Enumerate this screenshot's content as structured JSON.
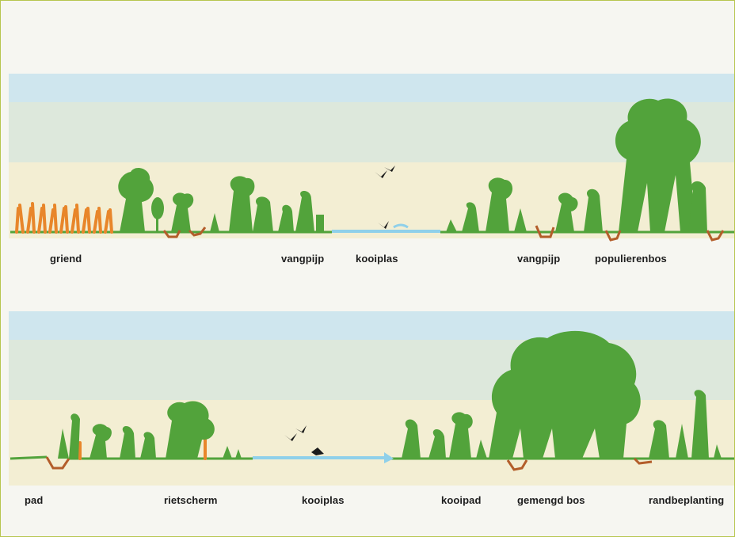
{
  "colors": {
    "frame": "#b7c64f",
    "sky_blue": "#cfe6ee",
    "sky_green": "#dde8dc",
    "sand": "#f3eed3",
    "vegetation_green": "#52a33b",
    "reed_orange": "#e8862a",
    "ditch_brown": "#b35d2a",
    "water_blue": "#8fd0ea",
    "bird": "#1b1b1b"
  },
  "top_section": {
    "labels": {
      "griend": "griend",
      "vangpijp_left": "vangpijp",
      "kooiplas": "kooiplas",
      "vangpijp_right": "vangpijp",
      "populierenbos": "populierenbos"
    }
  },
  "bottom_section": {
    "labels": {
      "pad": "pad",
      "rietscherm": "rietscherm",
      "kooiplas": "kooiplas",
      "kooipad": "kooipad",
      "gemengd_bos": "gemengd bos",
      "randbeplanting": "randbeplanting"
    }
  }
}
